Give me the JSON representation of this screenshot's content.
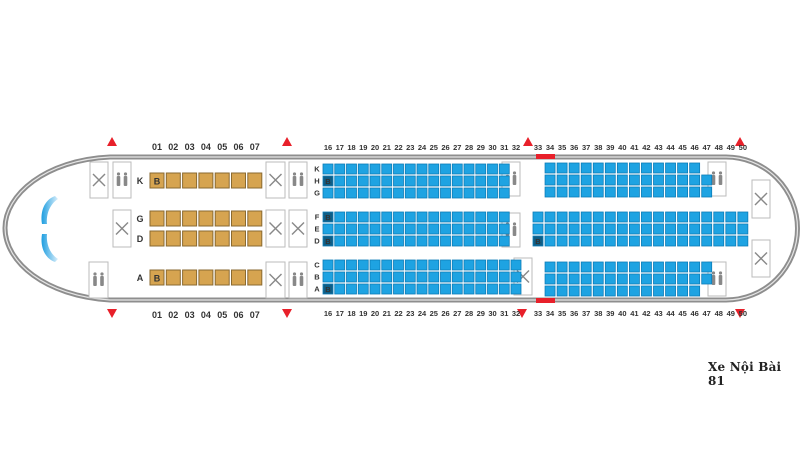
{
  "watermark": "Xe Nội Bài 81",
  "colors": {
    "fuselage": "#8e8e8e",
    "business_seat": "#d6a450",
    "business_seat_border": "#8a6a30",
    "economy_seat": "#1ea3e2",
    "economy_seat_border": "#0c7cb8",
    "bassinet_seat": "#0f5e86",
    "exit_marker": "#e8202a",
    "exit_bar": "#e8202a",
    "facility_icon": "#888888"
  },
  "bassinet_label": "B",
  "business": {
    "columns": [
      "01",
      "02",
      "03",
      "04",
      "05",
      "06",
      "07"
    ],
    "rows": [
      {
        "letter": "K",
        "bassinet": [
          "01"
        ]
      },
      {
        "letter": "G",
        "bassinet": []
      },
      {
        "letter": "D",
        "bassinet": []
      },
      {
        "letter": "A",
        "bassinet": [
          "01"
        ]
      }
    ]
  },
  "economy_front": {
    "columns": [
      "16",
      "17",
      "18",
      "19",
      "20",
      "21",
      "22",
      "23",
      "24",
      "25",
      "26",
      "27",
      "28",
      "29",
      "30",
      "31",
      "32"
    ],
    "rows": [
      {
        "letter": "K",
        "from": "16",
        "to": "31",
        "bassinet": []
      },
      {
        "letter": "H",
        "from": "16",
        "to": "31",
        "bassinet": [
          "16"
        ]
      },
      {
        "letter": "G",
        "from": "16",
        "to": "31",
        "bassinet": []
      },
      {
        "letter": "F",
        "from": "16",
        "to": "31",
        "bassinet": [
          "16"
        ]
      },
      {
        "letter": "E",
        "from": "16",
        "to": "31",
        "bassinet": []
      },
      {
        "letter": "D",
        "from": "16",
        "to": "31",
        "bassinet": [
          "16"
        ]
      },
      {
        "letter": "C",
        "from": "16",
        "to": "32",
        "bassinet": []
      },
      {
        "letter": "B",
        "from": "16",
        "to": "32",
        "bassinet": []
      },
      {
        "letter": "A",
        "from": "16",
        "to": "32",
        "bassinet": [
          "16"
        ]
      }
    ]
  },
  "economy_rear": {
    "columns": [
      "33",
      "34",
      "35",
      "36",
      "37",
      "38",
      "39",
      "40",
      "41",
      "42",
      "43",
      "44",
      "45",
      "46",
      "47",
      "48",
      "49",
      "50"
    ],
    "rows": [
      {
        "from": "34",
        "to": "46",
        "bassinet": []
      },
      {
        "from": "34",
        "to": "47",
        "bassinet": []
      },
      {
        "from": "34",
        "to": "47",
        "bassinet": []
      },
      {
        "from": "33",
        "to": "50",
        "bassinet": []
      },
      {
        "from": "33",
        "to": "50",
        "bassinet": []
      },
      {
        "from": "33",
        "to": "50",
        "bassinet": [
          "33"
        ]
      },
      {
        "from": "34",
        "to": "47",
        "bassinet": []
      },
      {
        "from": "34",
        "to": "47",
        "bassinet": []
      },
      {
        "from": "34",
        "to": "46",
        "bassinet": []
      }
    ]
  },
  "facilities": [
    {
      "type": "galley-icon"
    },
    {
      "type": "lavatory-icon"
    },
    {
      "type": "galley-icon"
    },
    {
      "type": "lavatory-icon"
    },
    {
      "type": "galley-icon"
    },
    {
      "type": "galley-icon"
    },
    {
      "type": "galley-icon"
    },
    {
      "type": "galley-icon"
    },
    {
      "type": "lavatory-icon"
    },
    {
      "type": "lavatory-icon"
    },
    {
      "type": "lavatory-icon"
    },
    {
      "type": "galley-icon"
    },
    {
      "type": "lavatory-icon"
    },
    {
      "type": "lavatory-icon"
    },
    {
      "type": "galley-icon"
    },
    {
      "type": "galley-icon"
    }
  ],
  "exits": {
    "top_count": 4,
    "bottom_count": 4
  }
}
